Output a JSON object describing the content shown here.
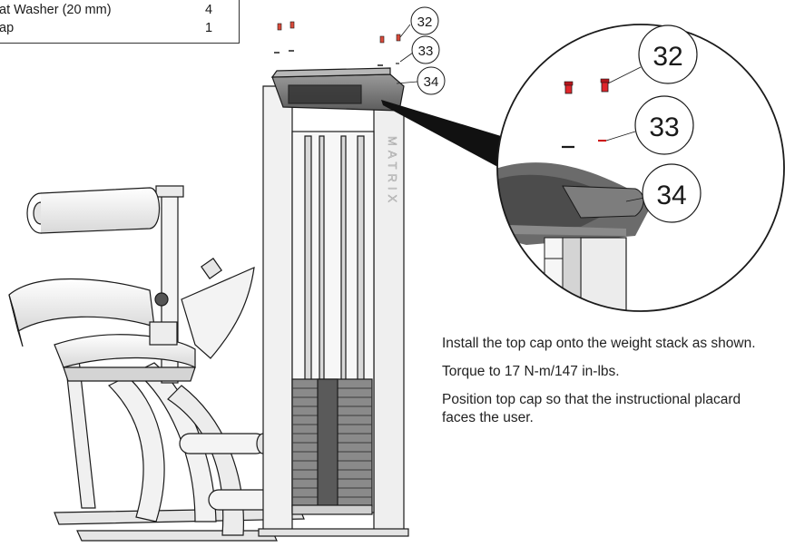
{
  "parts_table": {
    "rows": [
      {
        "name": "at Washer (20 mm)",
        "qty": "4"
      },
      {
        "name": "ap",
        "qty": "1"
      }
    ]
  },
  "callouts": {
    "small": [
      "32",
      "33",
      "34"
    ],
    "large": [
      "32",
      "33",
      "34"
    ]
  },
  "brand_text": "MATRIX",
  "instructions": [
    "Install the top cap onto the weight stack as shown.",
    "Torque to 17 N-m/147 in-lbs.",
    "Position top cap so that the instructional placard faces the user."
  ],
  "colors": {
    "line": "#1a1a1a",
    "frame_fill": "#ececec",
    "shadow": "#6b6b6b",
    "bolt_red": "#e0262b"
  }
}
